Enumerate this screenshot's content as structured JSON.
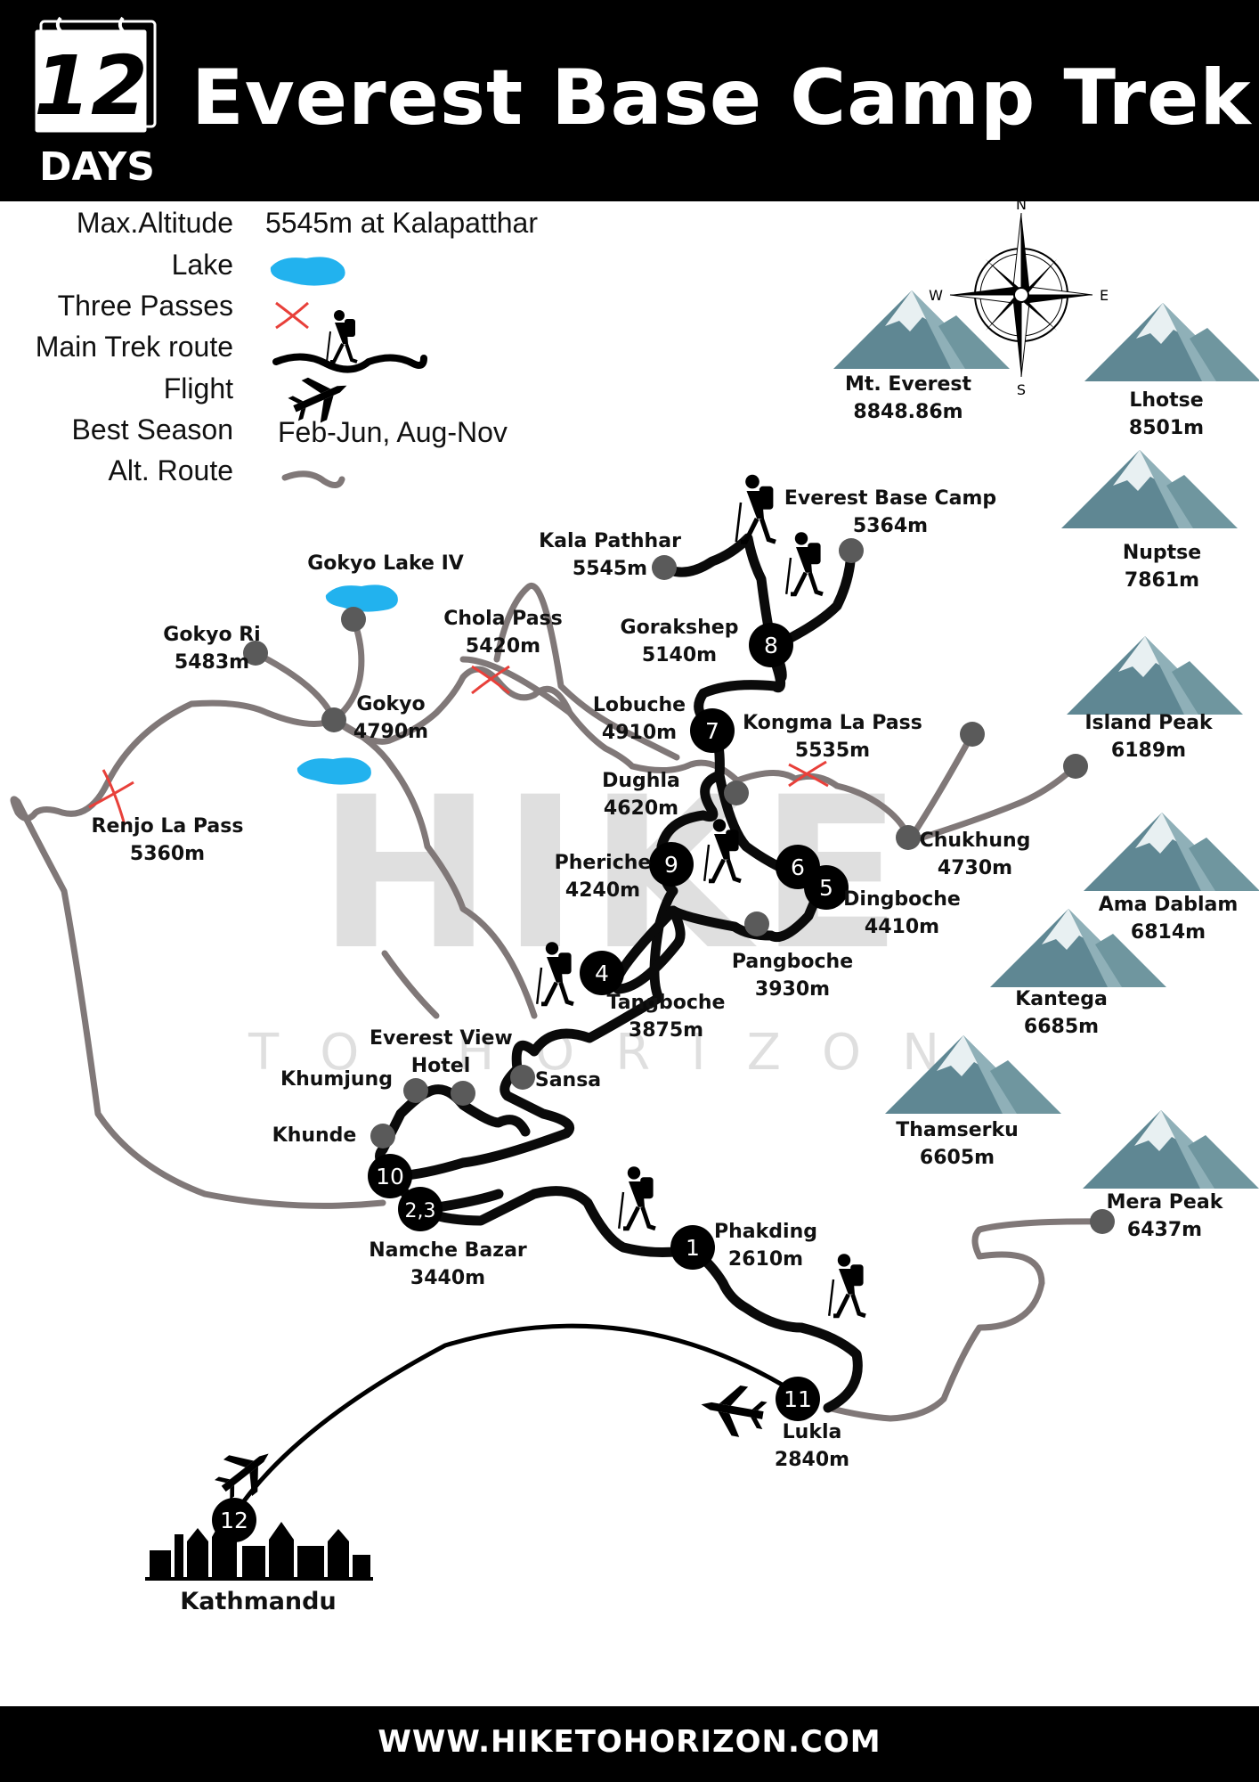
{
  "header": {
    "title": "Everest Base Camp Trek",
    "days_number": "12",
    "days_label": "DAYS"
  },
  "legend": {
    "max_altitude_label": "Max.Altitude",
    "max_altitude_value": "5545m at Kalapatthar",
    "lake_label": "Lake",
    "passes_label": "Three Passes",
    "main_route_label": "Main Trek route",
    "flight_label": "Flight",
    "season_label": "Best Season",
    "season_value": "Feb-Jun, Aug-Nov",
    "alt_route_label": "Alt. Route"
  },
  "compass": {
    "n": "N",
    "s": "S",
    "e": "E",
    "w": "W"
  },
  "mountains": [
    {
      "name": "Mt. Everest",
      "alt": "8848.86m"
    },
    {
      "name": "Lhotse",
      "alt": "8501m"
    },
    {
      "name": "Nuptse",
      "alt": "7861m"
    },
    {
      "name": "Island Peak",
      "alt": "6189m"
    },
    {
      "name": "Ama Dablam",
      "alt": "6814m"
    },
    {
      "name": "Kantega",
      "alt": "6685m"
    },
    {
      "name": "Thamserku",
      "alt": "6605m"
    },
    {
      "name": "Mera Peak",
      "alt": "6437m"
    }
  ],
  "places": {
    "ebc": {
      "name": "Everest Base Camp",
      "alt": "5364m"
    },
    "kala": {
      "name": "Kala Pathhar",
      "alt": "5545m"
    },
    "gorakshep": {
      "name": "Gorakshep",
      "alt": "5140m"
    },
    "lobuche": {
      "name": "Lobuche",
      "alt": "4910m"
    },
    "kongma": {
      "name": "Kongma La Pass",
      "alt": "5535m"
    },
    "dughla": {
      "name": "Dughla",
      "alt": "4620m"
    },
    "chukhung": {
      "name": "Chukhung",
      "alt": "4730m"
    },
    "pheriche": {
      "name": "Pheriche",
      "alt": "4240m"
    },
    "dingboche": {
      "name": "Dingboche",
      "alt": "4410m"
    },
    "pangboche": {
      "name": "Pangboche",
      "alt": "3930m"
    },
    "tangboche": {
      "name": "Tangboche",
      "alt": "3875m"
    },
    "gokyo_lake": {
      "name": "Gokyo Lake IV"
    },
    "chola": {
      "name": "Chola Pass",
      "alt": "5420m"
    },
    "gokyo_ri": {
      "name": "Gokyo Ri",
      "alt": "5483m"
    },
    "gokyo": {
      "name": "Gokyo",
      "alt": "4790m"
    },
    "renjo": {
      "name": "Renjo La Pass",
      "alt": "5360m"
    },
    "evh": {
      "name": "Everest View",
      "name2": "Hotel"
    },
    "khumjung": {
      "name": "Khumjung"
    },
    "sansa": {
      "name": "Sansa"
    },
    "khunde": {
      "name": "Khunde"
    },
    "namche": {
      "name": "Namche Bazar",
      "alt": "3440m"
    },
    "phakding": {
      "name": "Phakding",
      "alt": "2610m"
    },
    "lukla": {
      "name": "Lukla",
      "alt": "2840m"
    },
    "kathmandu": {
      "name": "Kathmandu"
    }
  },
  "day_markers": [
    "1",
    "2,3",
    "4",
    "5",
    "6",
    "7",
    "8",
    "9",
    "10",
    "11",
    "12"
  ],
  "watermark": {
    "main": "HIKE",
    "sub": "TO HORIZON"
  },
  "footer": {
    "url": "WWW.HIKETOHORIZON.COM"
  },
  "colors": {
    "main_route": "#0a0a0a",
    "alt_route": "#807878",
    "lake": "#22b2ee",
    "pass_cross": "#e8403a",
    "mountain": "#5f8793",
    "node": "#5a5a5a"
  }
}
